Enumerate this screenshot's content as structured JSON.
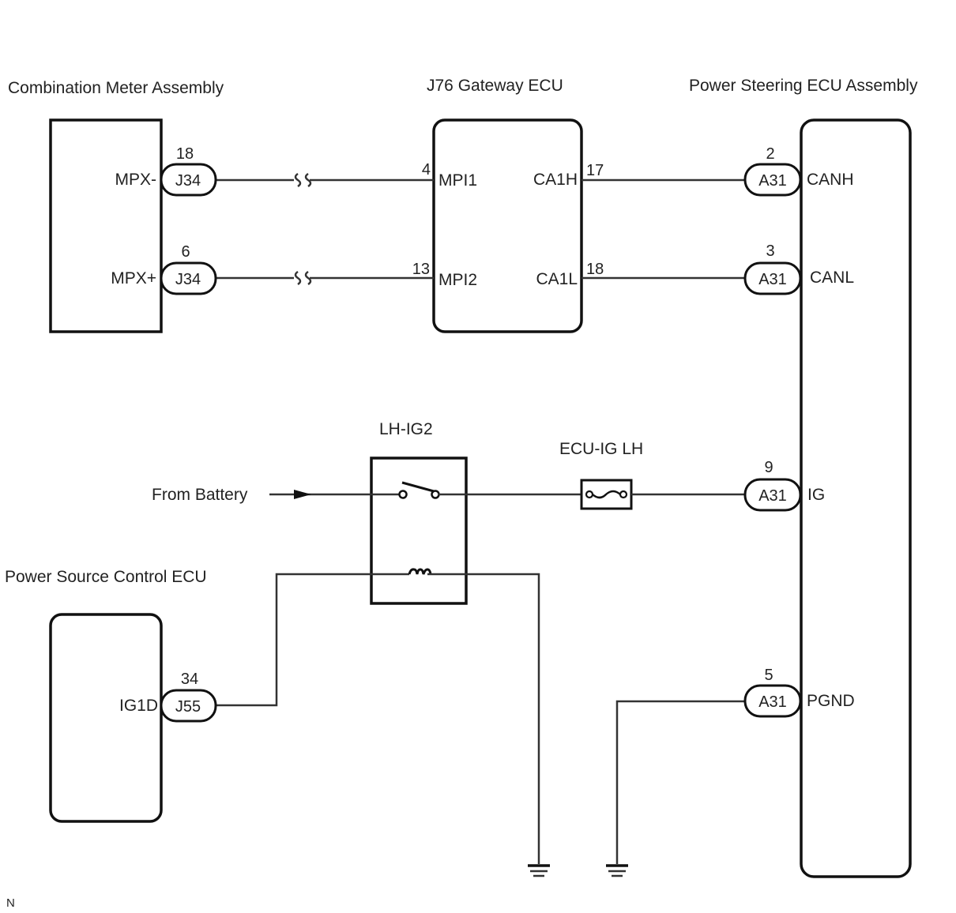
{
  "components": {
    "combination_meter": {
      "title": "Combination Meter Assembly",
      "pins": [
        {
          "name": "MPX-",
          "connector": "J34",
          "pin": "18"
        },
        {
          "name": "MPX+",
          "connector": "J34",
          "pin": "6"
        }
      ]
    },
    "gateway_ecu": {
      "title": "J76 Gateway ECU",
      "left_pins": [
        {
          "name": "MPI1",
          "pin": "4"
        },
        {
          "name": "MPI2",
          "pin": "13"
        }
      ],
      "right_pins": [
        {
          "name": "CA1H",
          "pin": "17"
        },
        {
          "name": "CA1L",
          "pin": "18"
        }
      ]
    },
    "power_steering_ecu": {
      "title": "Power Steering ECU Assembly",
      "pins": [
        {
          "name": "CANH",
          "connector": "A31",
          "pin": "2"
        },
        {
          "name": "CANL",
          "connector": "A31",
          "pin": "3"
        },
        {
          "name": "IG",
          "connector": "A31",
          "pin": "9"
        },
        {
          "name": "PGND",
          "connector": "A31",
          "pin": "5"
        }
      ]
    },
    "power_source_ecu": {
      "title": "Power Source Control ECU",
      "pins": [
        {
          "name": "IG1D",
          "connector": "J55",
          "pin": "34"
        }
      ]
    },
    "relay": {
      "title": "LH-IG2"
    },
    "fuse": {
      "title": "ECU-IG LH"
    },
    "battery": {
      "label": "From Battery"
    }
  },
  "footer": {
    "code": "N"
  }
}
